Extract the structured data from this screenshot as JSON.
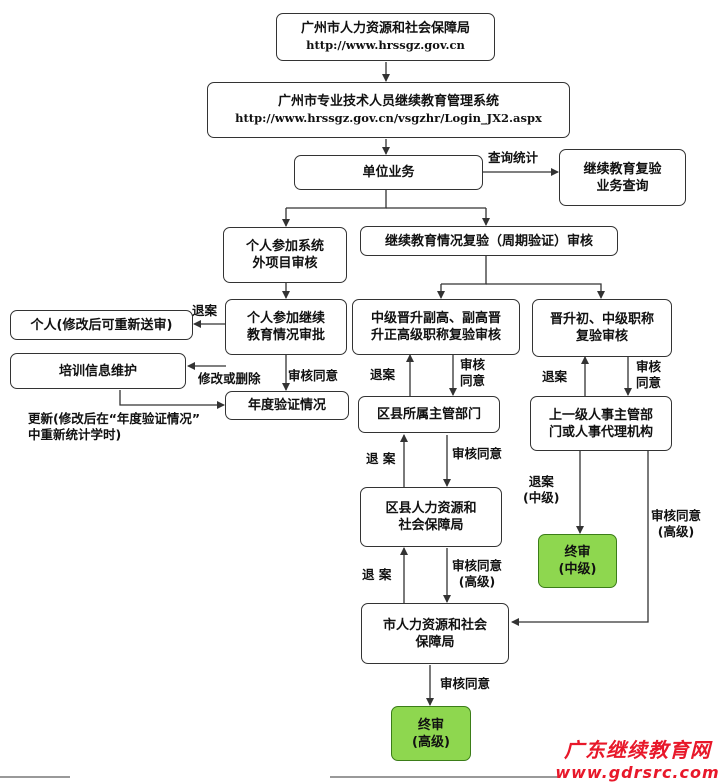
{
  "nodes": {
    "hrss": {
      "title": "广州市人力资源和社会保障局",
      "url": "http://www.hrssgz.gov.cn"
    },
    "system": {
      "title": "广州市专业技术人员继续教育管理系统",
      "url": "http://www.hrssgz.gov.cn/vsgzhr/Login_JX2.aspx"
    },
    "unit": {
      "text": "单位业务"
    },
    "query": {
      "line1": "继续教育复验",
      "line2": "业务查询"
    },
    "external": {
      "line1": "个人参加系统",
      "line2": "外项目审核"
    },
    "review": {
      "text": "继续教育情况复验（周期验证）审核"
    },
    "personal_resubmit": {
      "text": "个人(修改后可重新送审)"
    },
    "personal_approve": {
      "line1": "个人参加继续",
      "line2": "教育情况审批"
    },
    "mid_senior": {
      "line1": "中级晋升副高、副高晋",
      "line2": "升正高级职称复验审核"
    },
    "junior_mid": {
      "line1": "晋升初、中级职称",
      "line2": "复验审核"
    },
    "training": {
      "text": "培训信息维护"
    },
    "annual": {
      "text": "年度验证情况"
    },
    "district_dept": {
      "text": "区县所属主管部门"
    },
    "superior": {
      "line1": "上一级人事主管部",
      "line2": "门或人事代理机构"
    },
    "district_hrss": {
      "line1": "区县人力资源和",
      "line2": "社会保障局"
    },
    "final_mid": {
      "line1": "终审",
      "line2": "(中级)"
    },
    "city_hrss": {
      "line1": "市人力资源和社会",
      "line2": "保障局"
    },
    "final_senior": {
      "line1": "终审",
      "line2": "(高级)"
    }
  },
  "labels": {
    "query_stats": "查询统计",
    "return_personal": "退案",
    "modify_delete": "修改或删除",
    "approve_annual": "审核同意",
    "update_line1": "更新(修改后在“年度验证情况”",
    "update_line2": "中重新统计学时)",
    "return_mid_senior": "退案",
    "approve_dept_line1": "审核",
    "approve_dept_line2": "同意",
    "return_junior": "退案",
    "approve_superior_line1": "审核",
    "approve_superior_line2": "同意",
    "return_district": "退 案",
    "approve_district": "审核同意",
    "return_mid_line1": "退案",
    "return_mid_line2": "(中级)",
    "approve_senior_right_line1": "审核同意",
    "approve_senior_right_line2": "(高级)",
    "return_city": "退 案",
    "approve_city_line1": "审核同意",
    "approve_city_line2": "(高级)",
    "approve_final": "审核同意"
  },
  "watermark": {
    "title": "广东继续教育网",
    "url": "www.gdrsrc.com"
  },
  "colors": {
    "line": "#333333",
    "final_fill": "#8ed74f",
    "watermark": "#e8182a"
  }
}
